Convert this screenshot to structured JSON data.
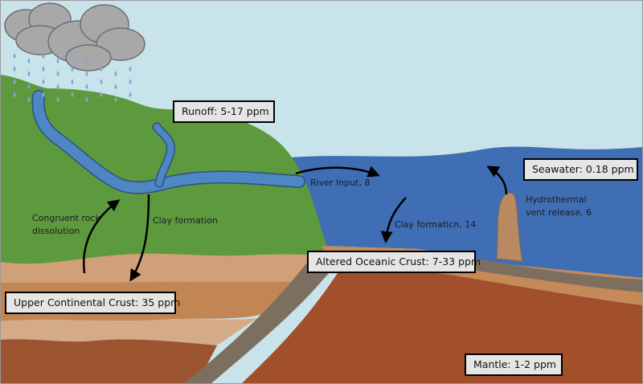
{
  "boxes": {
    "runoff": "Runoff: 5-17 ppm",
    "seawater": "Seawater: 0.18 ppm",
    "altered_crust": "Altered Oceanic Crust: 7-33 ppm",
    "upper_crust": "Upper Continental Crust: 35 ppm",
    "mantle": "Mantle: 1-2 ppm"
  },
  "labels": {
    "dissolution_line1": "Congruent rock",
    "dissolution_line2": "dissolution",
    "clay_land": "Clay formation",
    "river_input": "River Input, 8",
    "clay_ocean": "Clay formaticn, 14",
    "vent_line1": "Hydrothermal",
    "vent_line2": "vent release, 6"
  },
  "colors": {
    "sky": "#c9e3ea",
    "land": "#5d9a3e",
    "river": "#4f86c4",
    "ocean": "#3f6eb5",
    "crust_light": "#d0a079",
    "crust_mid": "#c28654",
    "crust_dark": "#9c5430",
    "mantle": "#a24f2c",
    "slab": "#7d6f60",
    "cloud": "#a8a8a8",
    "rain": "#7ea8d8"
  }
}
